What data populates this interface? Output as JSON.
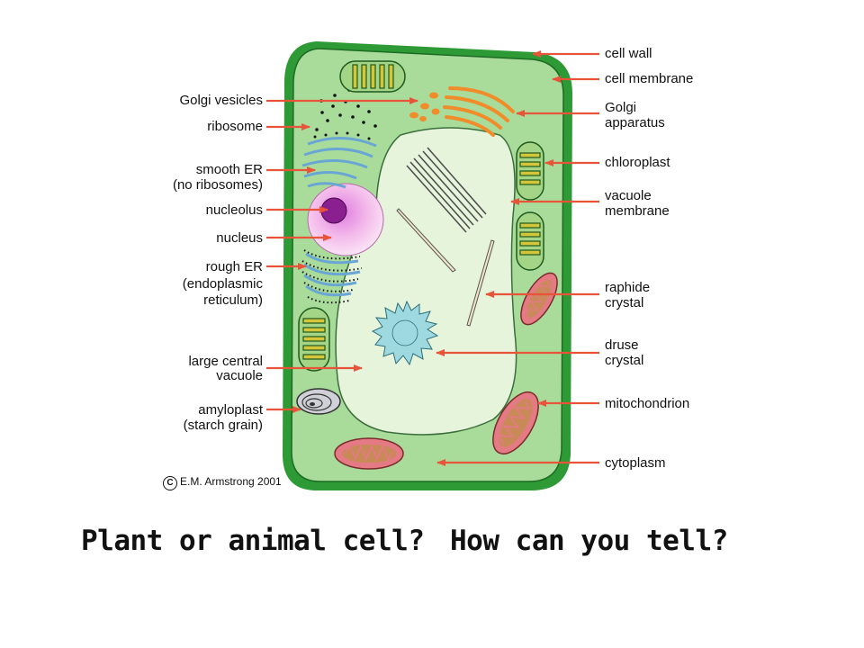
{
  "labels": {
    "cell_wall": "cell wall",
    "cell_membrane": "cell membrane",
    "golgi_apparatus_1": "Golgi",
    "golgi_apparatus_2": "apparatus",
    "chloroplast": "chloroplast",
    "vacuole_membrane_1": "vacuole",
    "vacuole_membrane_2": "membrane",
    "raphide_crystal_1": "raphide",
    "raphide_crystal_2": "crystal",
    "druse_crystal_1": "druse",
    "druse_crystal_2": "crystal",
    "mitochondrion": "mitochondrion",
    "cytoplasm": "cytoplasm",
    "golgi_vesicles": "Golgi vesicles",
    "ribosome": "ribosome",
    "smooth_er_1": "smooth ER",
    "smooth_er_2": "(no ribosomes)",
    "nucleolus": "nucleolus",
    "nucleus": "nucleus",
    "rough_er_1": "rough ER",
    "rough_er_2": "(endoplasmic",
    "rough_er_3": "reticulum)",
    "large_central_vacuole_1": "large central",
    "large_central_vacuole_2": "vacuole",
    "amyloplast_1": "amyloplast",
    "amyloplast_2": "(starch grain)"
  },
  "copyright": {
    "symbol": "C",
    "text": "E.M. Armstrong 2001"
  },
  "question": {
    "part1": "Plant or animal cell?",
    "part2": "How can you tell?"
  },
  "colors": {
    "cell_wall": "#2e9a35",
    "cytoplasm": "#a9dc9b",
    "vacuole": "#e6f4dc",
    "arrow": "#e8543a",
    "golgi": "#f08c2a",
    "er": "#6aa6d4",
    "nucleus": "#f3b8ea",
    "nucleolus": "#8a1f8f",
    "mitochondrion_outer": "#e47a83",
    "mitochondrion_inner": "#c88a56",
    "chloroplast_stripe": "#d4c53a",
    "druse": "#9fd9e0"
  }
}
